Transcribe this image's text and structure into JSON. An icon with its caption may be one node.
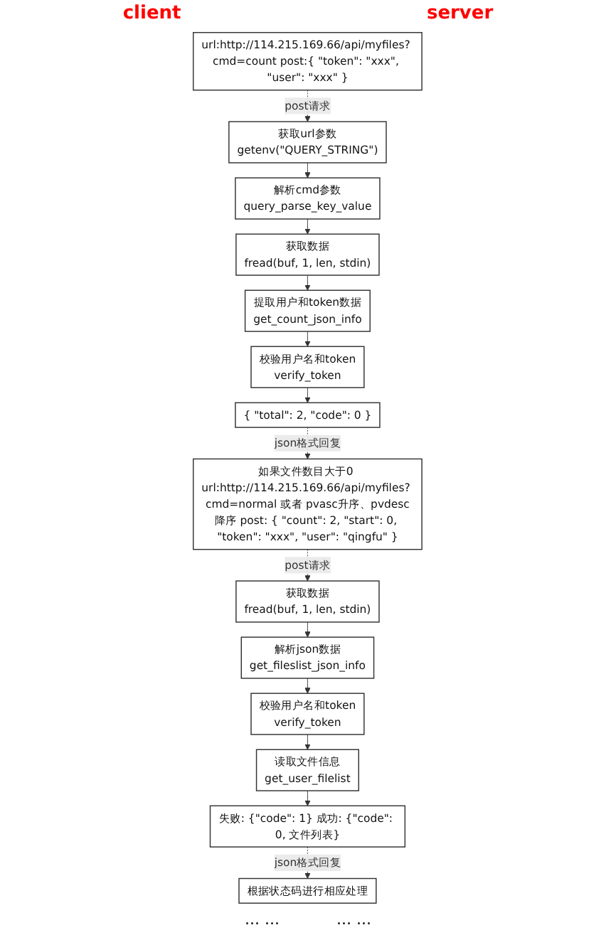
{
  "diagram": {
    "nodes": [
      {
        "text": [
          "url:http://114.215.169.66/api/myfiles? cmd=count post:{ \"token\": \"xxx\", \"user\": \"xxx\" }"
        ]
      },
      {
        "text": [
          "获取url参数",
          "getenv(\"QUERY_STRING\")"
        ]
      },
      {
        "text": [
          "解析cmd参数",
          "query_parse_key_value"
        ]
      },
      {
        "text": [
          "获取数据",
          "fread(buf, 1, len, stdin)"
        ]
      },
      {
        "text": [
          "提取用户和token数据",
          "get_count_json_info"
        ]
      },
      {
        "text": [
          "校验用户名和token",
          "verify_token"
        ]
      },
      {
        "text": [
          "{ \"total\": 2, \"code\": 0 }"
        ]
      },
      {
        "text": [
          "如果文件数目大于0 url:http://114.215.169.66/api/myfiles? cmd=normal 或者 pvasc升序、pvdesc降序 post: { \"count\": 2, \"start\": 0, \"token\": \"xxx\", \"user\": \"qingfu\" }"
        ]
      },
      {
        "text": [
          "获取数据",
          "fread(buf, 1, len, stdin)"
        ]
      },
      {
        "text": [
          "解析json数据",
          "get_fileslist_json_info"
        ]
      },
      {
        "text": [
          "校验用户名和token",
          "verify_token"
        ]
      },
      {
        "text": [
          "读取文件信息",
          "get_user_filelist"
        ]
      },
      {
        "text": [
          "失败: {\"code\": 1} 成功: {\"code\": 0, 文件列表}"
        ]
      },
      {
        "text": [
          "根据状态码进行相应处理"
        ]
      }
    ],
    "edges": [
      {
        "from": 0,
        "to": 1,
        "arrow": "to",
        "style": "dashed",
        "label": "post请求"
      },
      {
        "from": 1,
        "to": 2,
        "arrow": "to"
      },
      {
        "from": 2,
        "to": 3,
        "arrow": "to"
      },
      {
        "from": 3,
        "to": 4,
        "arrow": "to"
      },
      {
        "from": 4,
        "to": 5,
        "arrow": "to"
      },
      {
        "from": 5,
        "to": 6,
        "arrow": "to"
      },
      {
        "from": 6,
        "to": 7,
        "arrow": "to",
        "style": "dashed",
        "label": "json格式回复"
      },
      {
        "from": 7,
        "to": 8,
        "arrow": "to",
        "style": "dashed",
        "label": "post请求"
      },
      {
        "from": 8,
        "to": 9,
        "arrow": "to"
      },
      {
        "from": 9,
        "to": 10,
        "arrow": "to"
      },
      {
        "from": 10,
        "to": 11,
        "arrow": "to"
      },
      {
        "from": 11,
        "to": 12,
        "arrow": "to"
      },
      {
        "from": 12,
        "to": 13,
        "arrow": "to",
        "style": "dashed",
        "label": "json格式回复"
      }
    ],
    "labels": [
      "client",
      "server",
      "... ...",
      "... ..."
    ]
  }
}
